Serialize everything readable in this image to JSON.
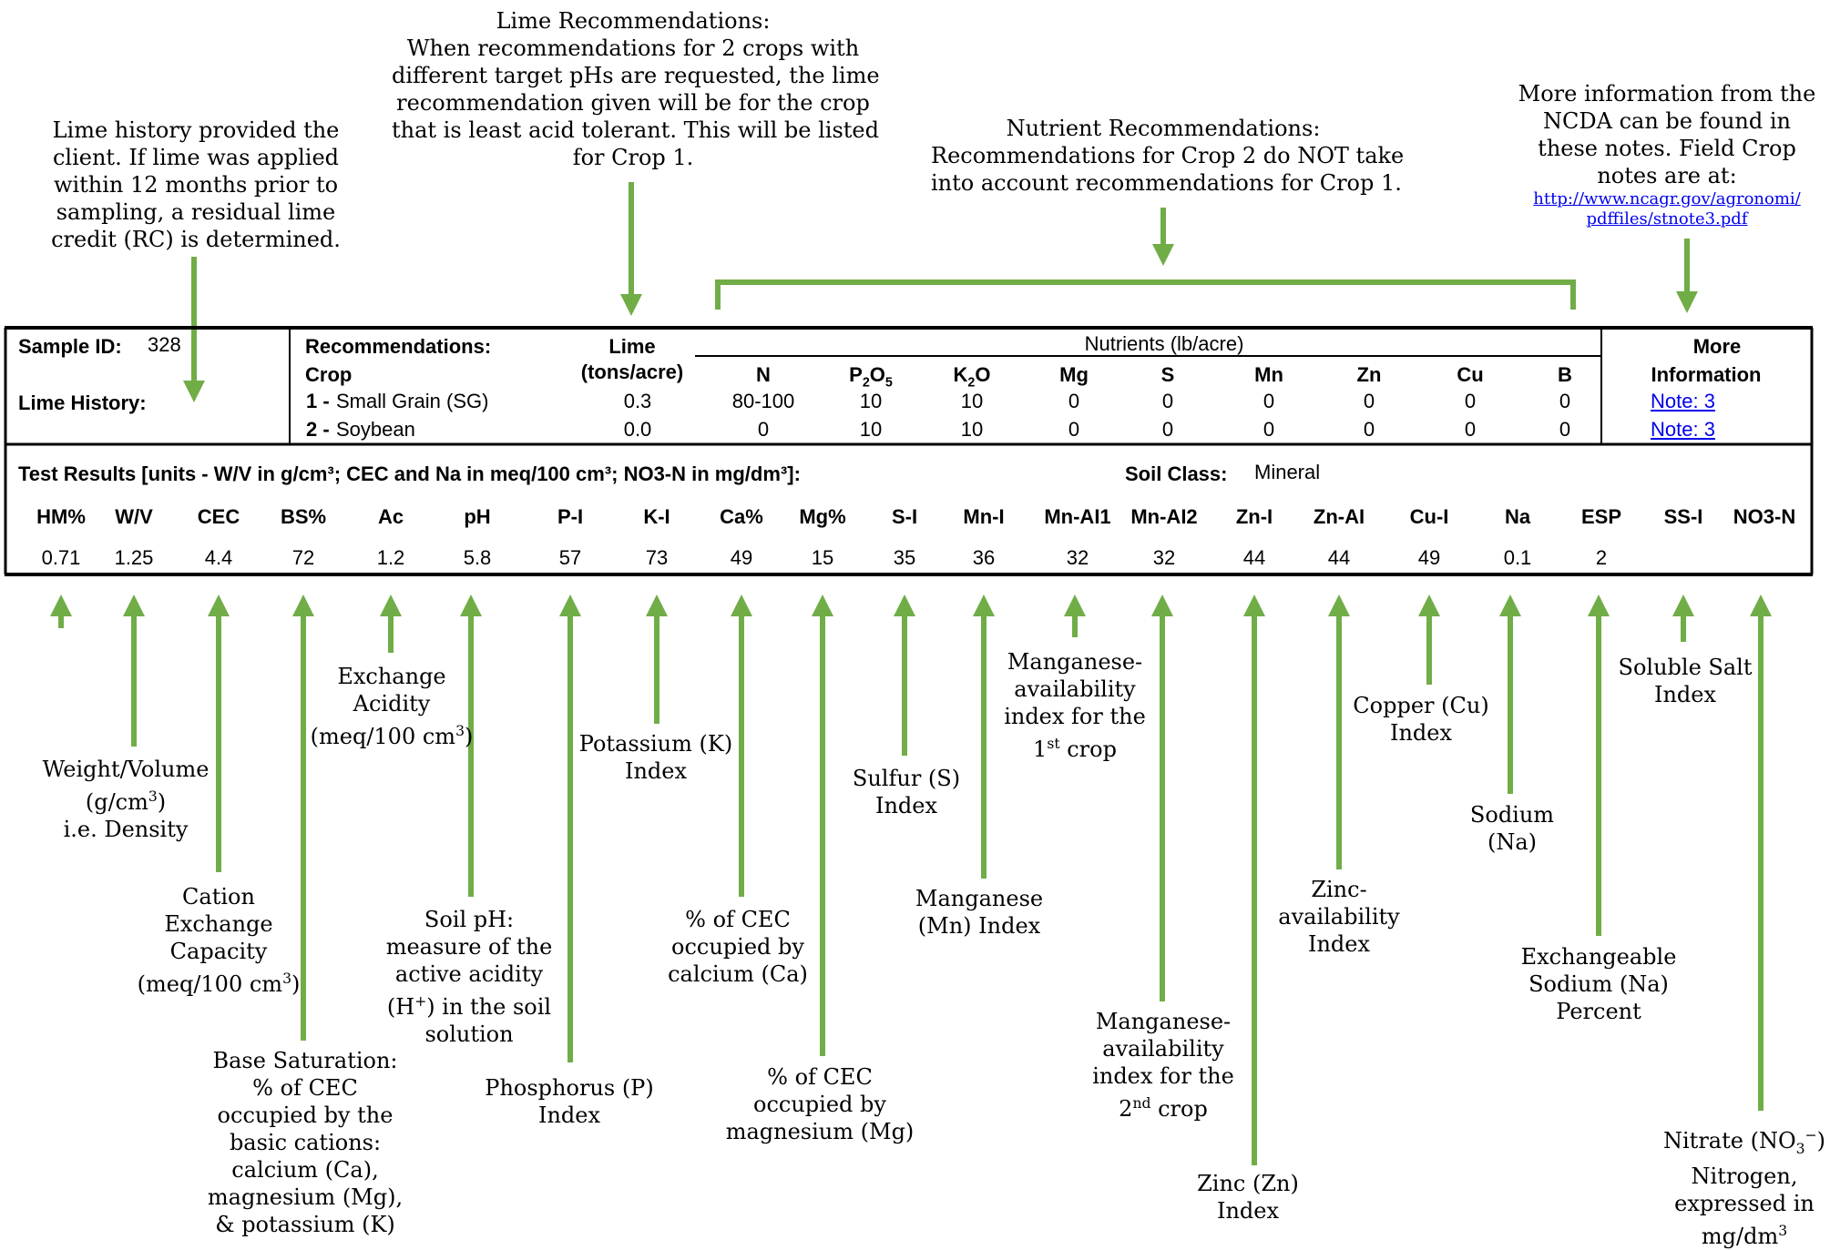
{
  "colors": {
    "arrow": "#70ad47",
    "frame": "#000000",
    "link": "#0000ee"
  },
  "annotations": {
    "lime_history": [
      "Lime history provided the",
      "client. If lime was applied",
      "within 12 months prior to",
      "sampling, a residual lime",
      "credit (RC) is determined."
    ],
    "lime_recommendations": [
      "Lime Recommendations:",
      "When recommendations for 2 crops with",
      "different target pHs are requested, the lime",
      "recommendation given will be for the crop",
      "that is least acid tolerant. This will be listed",
      "for Crop 1."
    ],
    "nutrient_recommendations": [
      "Nutrient Recommendations:",
      "Recommendations for Crop 2 do NOT take",
      "into account recommendations for Crop 1."
    ],
    "more_information": [
      "More information from the",
      "NCDA can be found in",
      "these notes. Field Crop",
      "notes are at:"
    ],
    "more_information_link": [
      "http://www.ncagr.gov/agronomi/",
      "pdffiles/stnote3.pdf"
    ]
  },
  "report": {
    "sample_id_label": "Sample ID:",
    "sample_id": "328",
    "lime_history_label": "Lime History:",
    "recommendations_label": "Recommendations:",
    "crop_label": "Crop",
    "lime_header": "Lime",
    "lime_units": "(tons/acre)",
    "nutrients_header": "Nutrients (lb/acre)",
    "nutrient_columns": [
      "N",
      "P2O5",
      "K2O",
      "Mg",
      "S",
      "Mn",
      "Zn",
      "Cu",
      "B"
    ],
    "more_header": "More",
    "information_header": "Information",
    "crops": [
      {
        "num": "1 -",
        "name": "Small Grain (SG)",
        "lime": "0.3",
        "nutrients": [
          "80-100",
          "10",
          "10",
          "0",
          "0",
          "0",
          "0",
          "0",
          "0"
        ],
        "note": "Note: 3"
      },
      {
        "num": "2 -",
        "name": "Soybean",
        "lime": "0.0",
        "nutrients": [
          "0",
          "10",
          "10",
          "0",
          "0",
          "0",
          "0",
          "0",
          "0"
        ],
        "note": "Note: 3"
      }
    ],
    "test_results_label": "Test Results [units - W/V in g/cm³; CEC and Na in meq/100 cm³; NO3-N in mg/dm³]:",
    "soil_class_label": "Soil Class:",
    "soil_class": "Mineral",
    "test_columns": [
      "HM%",
      "W/V",
      "CEC",
      "BS%",
      "Ac",
      "pH",
      "P-I",
      "K-I",
      "Ca%",
      "Mg%",
      "S-I",
      "Mn-I",
      "Mn-AI1",
      "Mn-AI2",
      "Zn-I",
      "Zn-AI",
      "Cu-I",
      "Na",
      "ESP",
      "SS-I",
      "NO3-N"
    ],
    "test_values": [
      "0.71",
      "1.25",
      "4.4",
      "72",
      "1.2",
      "5.8",
      "57",
      "73",
      "49",
      "15",
      "35",
      "36",
      "32",
      "32",
      "44",
      "44",
      "49",
      "0.1",
      "2",
      "",
      ""
    ]
  },
  "labels": {
    "wv": [
      "Weight/Volume",
      "(g/cm³)",
      "i.e. Density"
    ],
    "cec": [
      "Cation",
      "Exchange",
      "Capacity",
      "(meq/100 cm³)"
    ],
    "bs": [
      "Base Saturation:",
      "% of CEC",
      "occupied by the",
      "basic cations:",
      "calcium (Ca),",
      "magnesium (Mg),",
      "& potassium (K)"
    ],
    "ac": [
      "Exchange",
      "Acidity",
      "(meq/100 cm³)"
    ],
    "ph": [
      "Soil pH:",
      "measure of the",
      "active acidity",
      "(H⁺) in the soil",
      "solution"
    ],
    "p": [
      "Phosphorus (P)",
      "Index"
    ],
    "k": [
      "Potassium (K)",
      "Index"
    ],
    "ca": [
      "% of CEC",
      "occupied by",
      "calcium (Ca)"
    ],
    "mg": [
      "% of CEC",
      "occupied by",
      "magnesium (Mg)"
    ],
    "s": [
      "Sulfur (S)",
      "Index"
    ],
    "mn": [
      "Manganese",
      "(Mn) Index"
    ],
    "mnai1": [
      "Manganese-",
      "availability",
      "index for the",
      "1st crop"
    ],
    "mnai2": [
      "Manganese-",
      "availability",
      "index for the",
      "2nd crop"
    ],
    "zn": [
      "Zinc (Zn)",
      "Index"
    ],
    "znai": [
      "Zinc-",
      "availability",
      "Index"
    ],
    "cu": [
      "Copper (Cu)",
      "Index"
    ],
    "na": [
      "Sodium",
      "(Na)"
    ],
    "esp": [
      "Exchangeable",
      "Sodium (Na)",
      "Percent"
    ],
    "ss": [
      "Soluble Salt",
      "Index"
    ],
    "no3": [
      "Nitrate (NO3⁻)",
      "Nitrogen,",
      "expressed in",
      "mg/dm³"
    ]
  }
}
